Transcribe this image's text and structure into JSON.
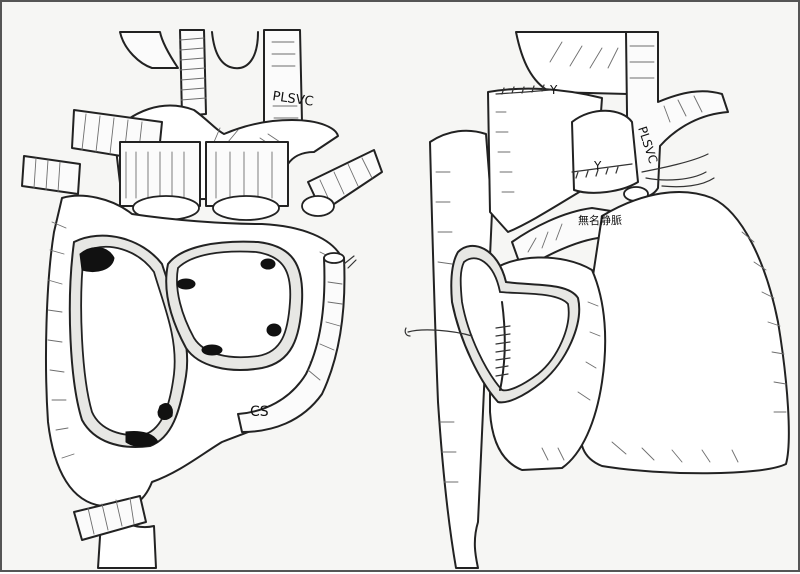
{
  "figure": {
    "left_panel": {
      "label_plsvc": "PLSVC",
      "label_cs": "CS"
    },
    "right_panel": {
      "label_plsvc": "PLSVC",
      "label_y_top": "Y",
      "label_y_mid": "Y",
      "label_vein": "無名静脈"
    }
  },
  "colors": {
    "ink": "#222222",
    "paper": "#f6f6f4",
    "shading": "#6e6e6e",
    "ostium": "#111111"
  }
}
